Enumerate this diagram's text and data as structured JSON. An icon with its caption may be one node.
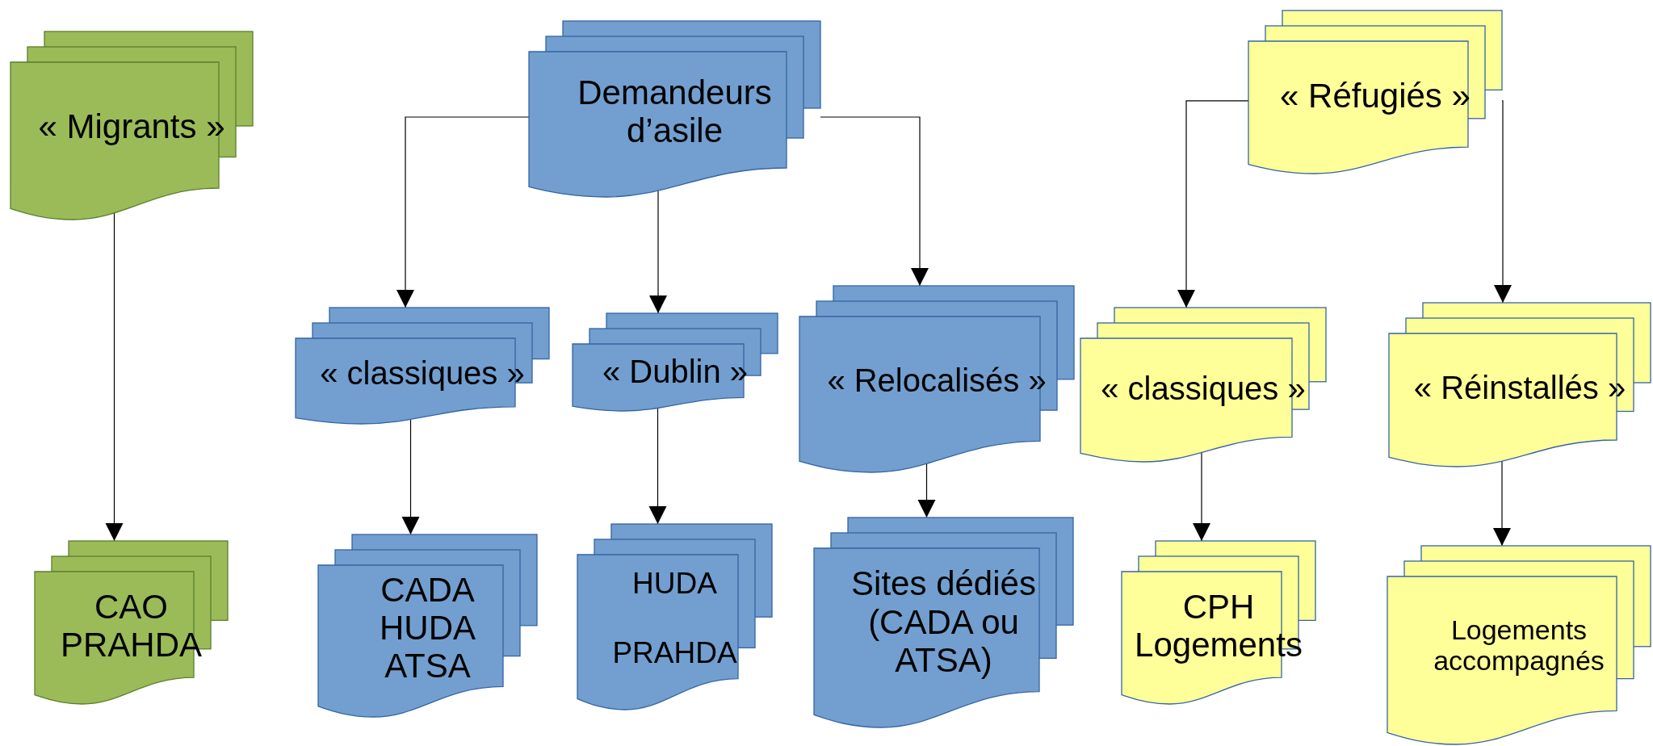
{
  "diagram": {
    "nodes": [
      {
        "text": [
          "« Migrants »"
        ]
      },
      {
        "text": [
          "Demandeurs d’asile"
        ]
      },
      {
        "text": [
          "« Réfugiés »"
        ]
      },
      {
        "text": [
          "« classiques »"
        ]
      },
      {
        "text": [
          "« Dublin »"
        ]
      },
      {
        "text": [
          "« Relocalisés »"
        ]
      },
      {
        "text": [
          "« classiques »"
        ]
      },
      {
        "text": [
          "« Réinstallés »"
        ]
      },
      {
        "text": [
          "CAO",
          "PRAHDA"
        ]
      },
      {
        "text": [
          "CADA",
          "HUDA",
          "ATSA"
        ]
      },
      {
        "text": [
          "HUDA",
          "PRAHDA"
        ]
      },
      {
        "text": [
          "Sites dédiés (CADA ou ATSA)"
        ]
      },
      {
        "text": [
          "CPH",
          "Logements"
        ]
      },
      {
        "text": [
          "Logements accompagnés"
        ]
      }
    ],
    "edges": [
      {
        "from": 0,
        "to": 8,
        "arrow": "to"
      },
      {
        "from": 1,
        "to": 3,
        "arrow": "to"
      },
      {
        "from": 1,
        "to": 4,
        "arrow": "to"
      },
      {
        "from": 1,
        "to": 5,
        "arrow": "to"
      },
      {
        "from": 2,
        "to": 6,
        "arrow": "to"
      },
      {
        "from": 2,
        "to": 7,
        "arrow": "to"
      },
      {
        "from": 3,
        "to": 9,
        "arrow": "to"
      },
      {
        "from": 4,
        "to": 10,
        "arrow": "to"
      },
      {
        "from": 5,
        "to": 11,
        "arrow": "to"
      },
      {
        "from": 6,
        "to": 12,
        "arrow": "to"
      },
      {
        "from": 7,
        "to": 13,
        "arrow": "to"
      }
    ]
  }
}
